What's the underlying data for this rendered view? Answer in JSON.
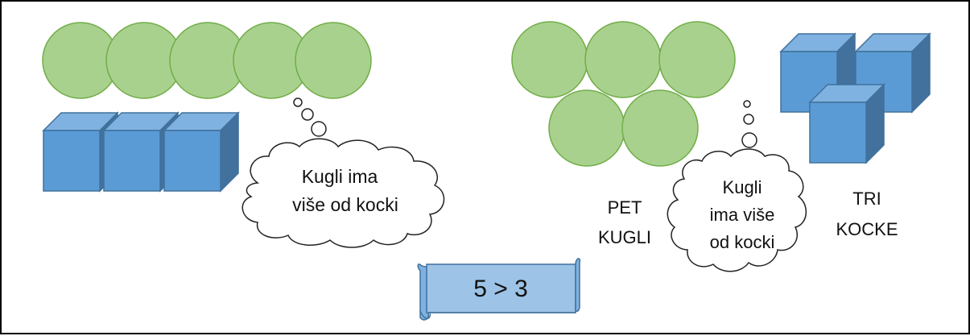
{
  "left_scene": {
    "balls_count": 5,
    "cubes_count": 3,
    "thought_text_lines": [
      "Kugli ima",
      "više od kocki"
    ]
  },
  "right_scene": {
    "balls_count": 5,
    "cubes_count": 3,
    "balls_label_lines": [
      "PET",
      "KUGLI"
    ],
    "cubes_label_lines": [
      "TRI",
      "KOCKE"
    ],
    "thought_text_lines": [
      "Kugli",
      "ima više",
      "od kocki"
    ]
  },
  "comparison": {
    "text": "5 > 3"
  },
  "colors": {
    "ball_fill": "#a9d18e",
    "ball_stroke": "#70ad47",
    "cube_front": "#5b9bd5",
    "cube_top": "#7fb2e0",
    "cube_side": "#41719c",
    "scroll_fill": "#9dc3e6",
    "cloud_stroke": "#222222"
  }
}
